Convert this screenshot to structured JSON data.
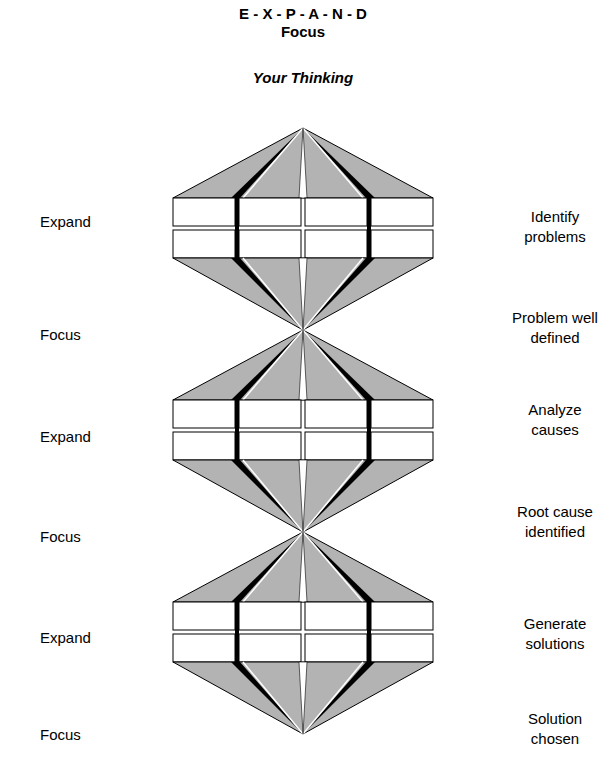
{
  "diagram": {
    "title": "E - X - P - A - N - D",
    "labels": [
      "Focus",
      "Your Thinking",
      "Expand",
      "Identify problems",
      "Focus",
      "Problem well defined",
      "Expand",
      "Analyze causes",
      "Focus",
      "Root cause identified",
      "Expand",
      "Generate solutions",
      "Focus",
      "Solution chosen"
    ]
  }
}
